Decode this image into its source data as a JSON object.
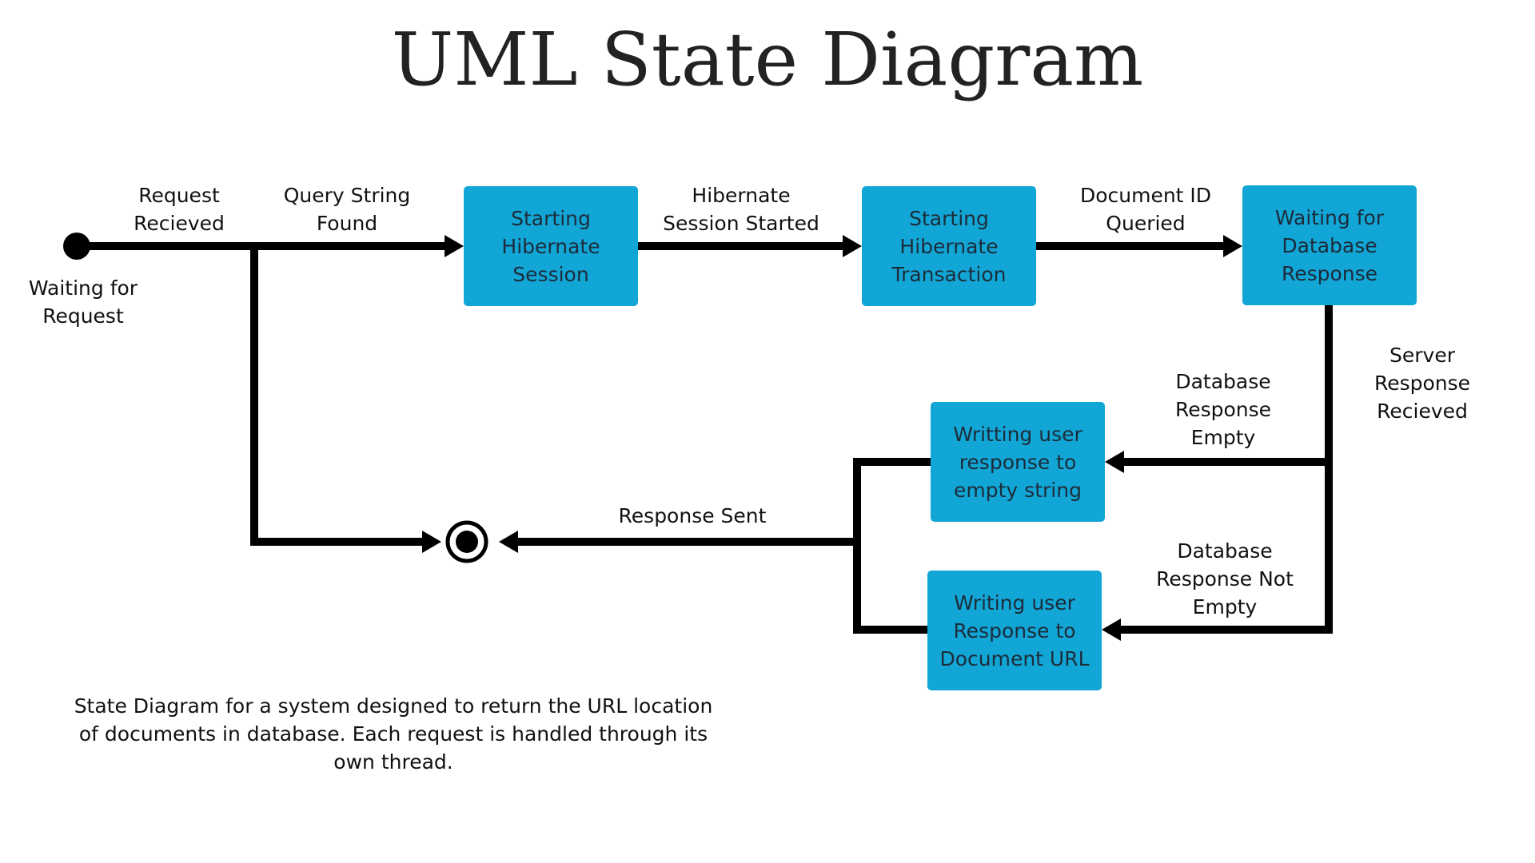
{
  "title": "UML State Diagram",
  "colors": {
    "state_fill": "#12a6d6",
    "line": "#000000",
    "text": "#111111"
  },
  "states": {
    "start_session": "Starting\nHibernate\nSession",
    "start_transaction": "Starting\nHibernate\nTransaction",
    "waiting_db": "Waiting for\nDatabase\nResponse",
    "write_empty": "Writting user\nresponse to\nempty string",
    "write_url": "Writing user\nResponse to\nDocument URL"
  },
  "labels": {
    "waiting_request": "Waiting for\nRequest",
    "request_received": "Request\nRecieved",
    "query_found": "Query String\nFound",
    "session_started": "Hibernate\nSession Started",
    "doc_queried": "Document ID\nQueried",
    "server_response": "Server Response\nRecieved",
    "db_empty": "Database\nResponse\nEmpty",
    "db_not_empty": "Database\nResponse Not\nEmpty",
    "response_sent": "Response Sent"
  },
  "caption": "State Diagram for a system designed to return the URL location of documents in database. Each request is handled through its own thread."
}
